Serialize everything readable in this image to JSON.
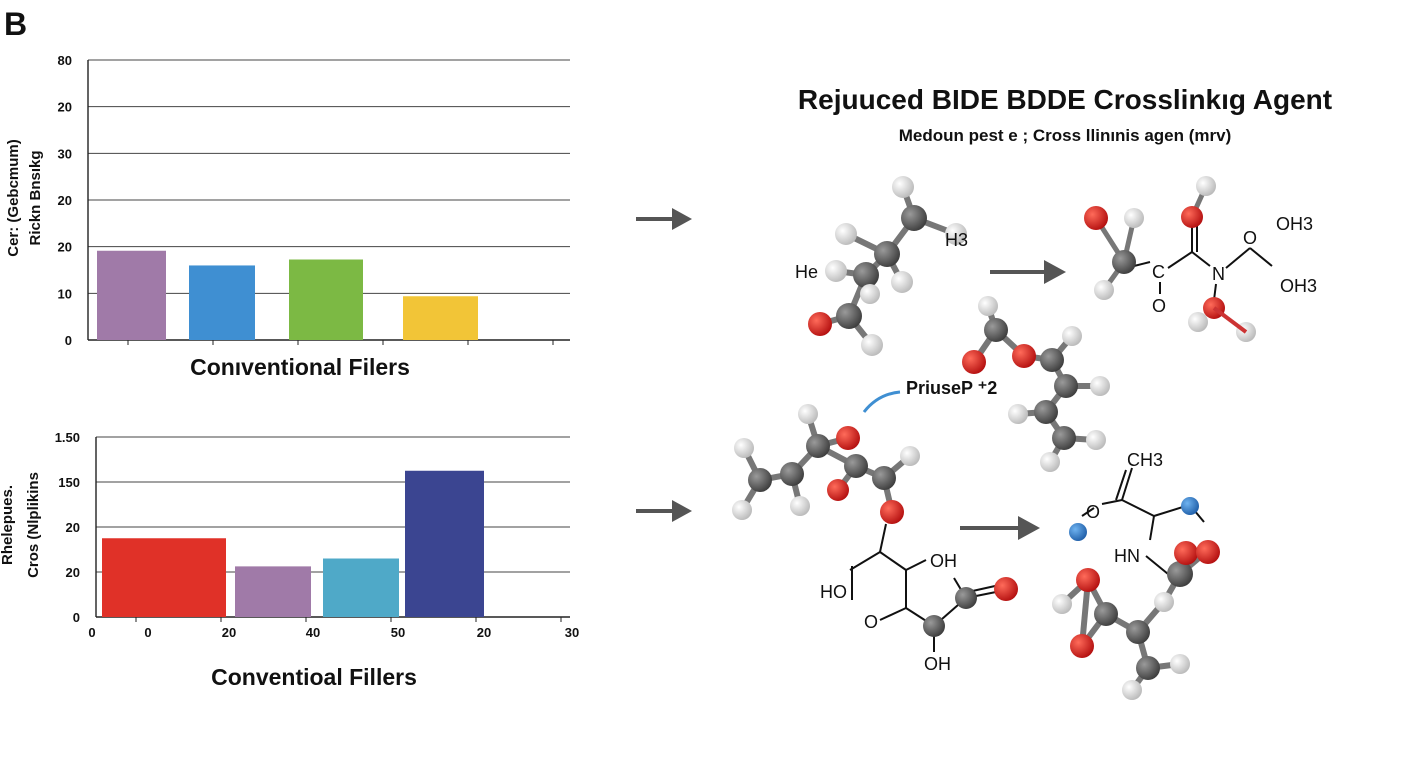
{
  "panel_label": "B",
  "chart_data": [
    {
      "type": "bar",
      "title": "",
      "xlabel": "Conıventional Filers",
      "ylabel_lines": [
        "Cer: (Gebcmum)",
        "Rickn Bnsıkg"
      ],
      "y_tick_labels": [
        "0",
        "10",
        "20",
        "20",
        "30",
        "20",
        "80"
      ],
      "x_tick_labels": [],
      "values": [
        25.5,
        21.3,
        23,
        12.5
      ],
      "ylim": [
        0,
        80
      ],
      "grid": true,
      "colors": [
        "#a07aa8",
        "#3f8fd2",
        "#7cb944",
        "#f2c537"
      ]
    },
    {
      "type": "bar",
      "title": "",
      "xlabel": "Conventioal Fillers",
      "ylabel_lines": [
        "Rhelepues.",
        "Cros (Nlplikins"
      ],
      "y_tick_labels": [
        "0",
        "20",
        "20",
        "150",
        "1.50"
      ],
      "x_tick_labels": [
        "0",
        "0",
        "20",
        "40",
        "50",
        "20",
        "30"
      ],
      "values": [
        35,
        22.5,
        26,
        65
      ],
      "ylim": [
        0,
        80
      ],
      "grid": true,
      "colors": [
        "#e03128",
        "#a07aa8",
        "#4fa9c8",
        "#3b4591"
      ]
    }
  ],
  "diagram": {
    "title": "Rejuuced BIDE BDDE Crosslinkıg Agent",
    "subtitle": "Medoun pest e ; Cross llinınis agen (mrv)",
    "labels": {
      "h3_top": "H3",
      "he_left": "He",
      "c_mid": "C",
      "n_mid": "N",
      "o_top_right": "O",
      "oh3_a": "OH3",
      "oh3_b": "OH3",
      "o_under": "O",
      "priuse": "PriuseP ⁺2",
      "ch3": "CH3",
      "o_small": "O",
      "hn": "HN",
      "oh_a": "OH",
      "ho": "HO",
      "o_low": "O",
      "oh_b": "OH"
    }
  }
}
